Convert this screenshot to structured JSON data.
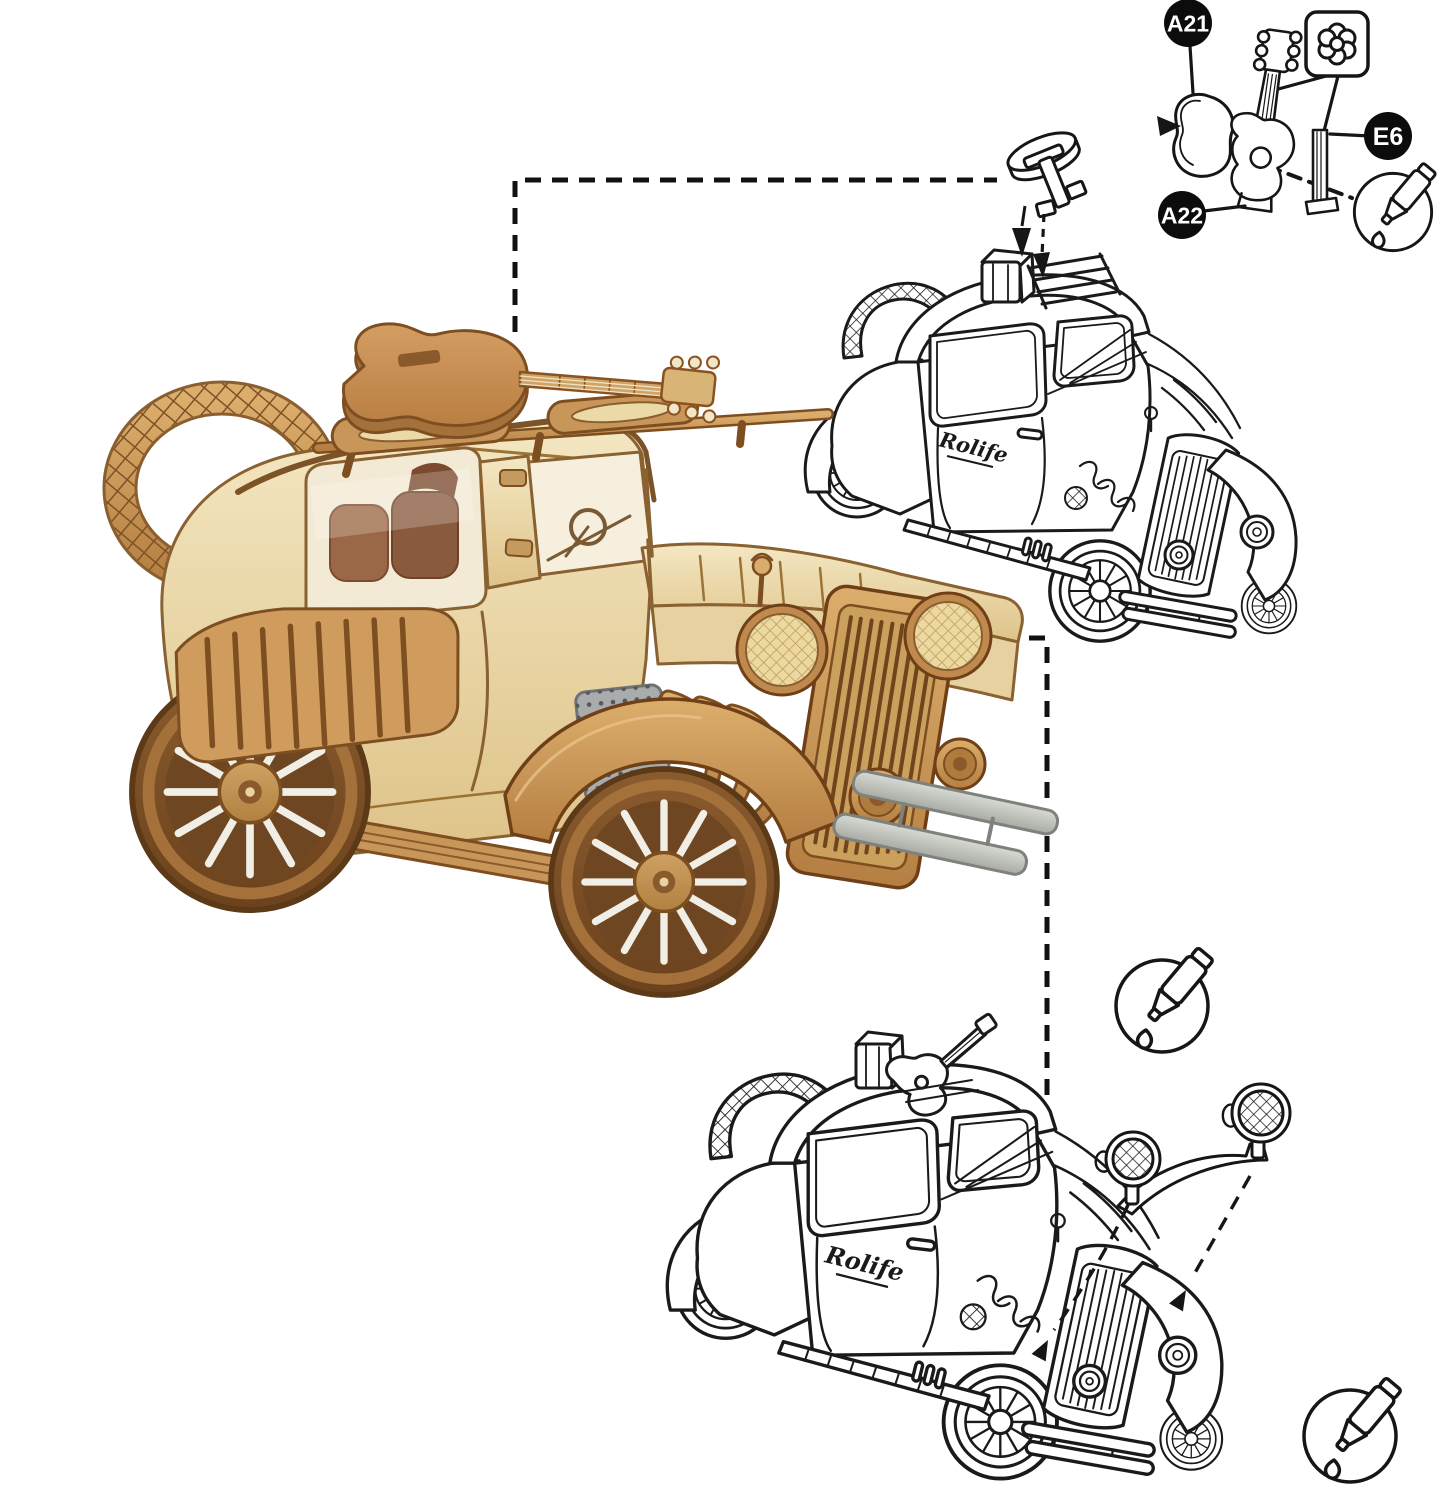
{
  "part_labels": {
    "a21": "A21",
    "a22": "A22",
    "e6": "E6"
  },
  "branding": {
    "top_car_door_logo": "Rolife",
    "bottom_car_door_logo": "Rolife"
  },
  "icons": {
    "flower_pattern": "flower-icon",
    "glue_parts_step": "glue-bottle-icon",
    "glue_headlight_step_upper": "glue-bottle-icon",
    "glue_headlight_step_lower": "glue-bottle-icon",
    "assembly_arrows": "arrow-down-icon"
  },
  "colors": {
    "background": "#ffffff",
    "line_art": "#1a1a1a",
    "label_badge": "#0c0c0c",
    "label_text": "#ffffff",
    "wood_pale": "#ecd9ad",
    "wood_mid": "#d9ab6a",
    "wood_copper": "#c08a4e",
    "wood_dark": "#7d4e20",
    "lens_cream": "#ecd9a2",
    "bumper_gray": "#c9ccc5"
  }
}
